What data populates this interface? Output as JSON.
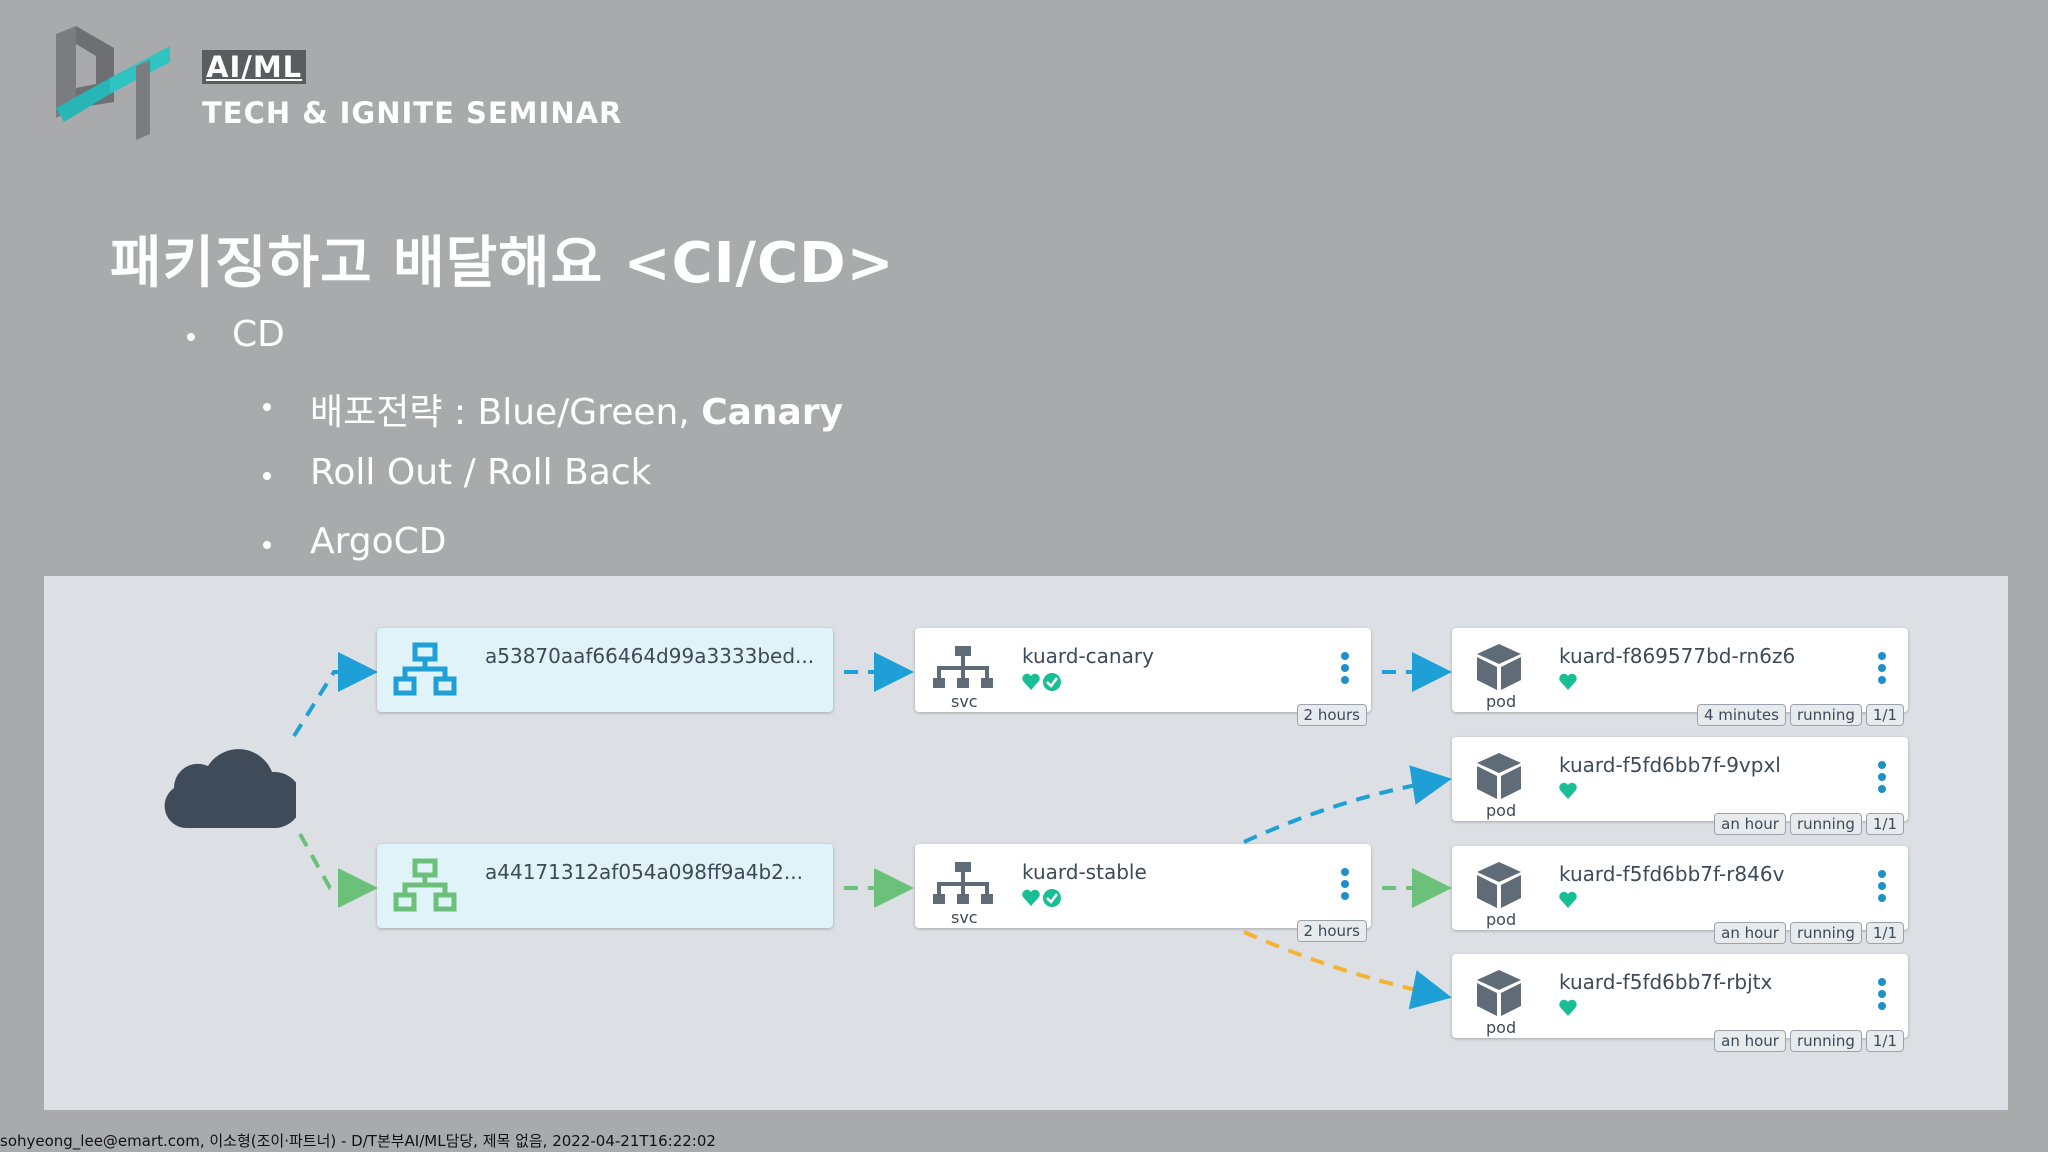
{
  "header": {
    "brand_line1": "AI/ML",
    "brand_line2": "TECH & IGNITE SEMINAR"
  },
  "slide": {
    "title": "패키징하고 배달해요 <CI/CD>",
    "bullets": {
      "l1": "CD",
      "l2a_prefix": "배포전략 : Blue/Green, ",
      "l2a_bold": "Canary",
      "l2b": "Roll Out / Roll Back",
      "l2c": "ArgoCD"
    }
  },
  "argocd": {
    "ingress_canary": "a53870aaf66464d99a3333bed...",
    "ingress_stable": "a44171312af054a098ff9a4b2...",
    "svc_canary": {
      "name": "kuard-canary",
      "kind": "svc",
      "age": "2 hours"
    },
    "svc_stable": {
      "name": "kuard-stable",
      "kind": "svc",
      "age": "2 hours"
    },
    "pods": [
      {
        "name": "kuard-f869577bd-rn6z6",
        "kind": "pod",
        "age": "4 minutes",
        "status": "running",
        "ready": "1/1"
      },
      {
        "name": "kuard-f5fd6bb7f-9vpxl",
        "kind": "pod",
        "age": "an hour",
        "status": "running",
        "ready": "1/1"
      },
      {
        "name": "kuard-f5fd6bb7f-r846v",
        "kind": "pod",
        "age": "an hour",
        "status": "running",
        "ready": "1/1"
      },
      {
        "name": "kuard-f5fd6bb7f-rbjtx",
        "kind": "pod",
        "age": "an hour",
        "status": "running",
        "ready": "1/1"
      }
    ],
    "colors": {
      "canary": "#1e9fd6",
      "stable": "#6cc17a",
      "yellow": "#f4b331",
      "health": "#18be94",
      "cloud": "#3f4b59"
    }
  },
  "footer": "sohyeong_lee@emart.com, 이소형(조이·파트너) - D/T본부AI/ML담당, 제목 없음, 2022-04-21T16:22:02"
}
